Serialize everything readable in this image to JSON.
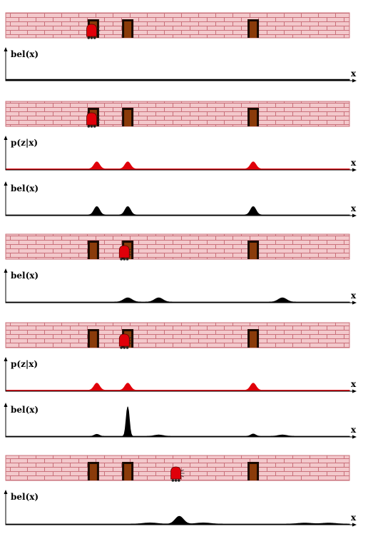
{
  "labels": {
    "belief": "bel(x)",
    "measurement": "p(z|x)",
    "x_axis": "x"
  },
  "colors": {
    "wall_fill": "#f3c9cc",
    "wall_mortar": "#c9707a",
    "door_fill": "#8a3b0a",
    "door_frame": "#1a0a00",
    "robot": "#e0000a",
    "measurement_curve": "#e0000a",
    "belief_curve": "#000000"
  },
  "doors": [
    0.255,
    0.355,
    0.72
  ],
  "stages": [
    {
      "robot_position": 0.25,
      "plots": [
        {
          "kind": "belief",
          "shape": "uniform",
          "level": 0.04
        }
      ]
    },
    {
      "robot_position": 0.25,
      "plots": [
        {
          "kind": "measurement",
          "baseline": 0.03,
          "peaks": [
            {
              "center": 0.265,
              "height": 0.22,
              "width": 0.008
            },
            {
              "center": 0.355,
              "height": 0.22,
              "width": 0.008
            },
            {
              "center": 0.72,
              "height": 0.22,
              "width": 0.008
            }
          ]
        },
        {
          "kind": "belief",
          "baseline": 0.02,
          "peaks": [
            {
              "center": 0.265,
              "height": 0.26,
              "width": 0.008
            },
            {
              "center": 0.355,
              "height": 0.26,
              "width": 0.008
            },
            {
              "center": 0.72,
              "height": 0.26,
              "width": 0.008
            }
          ]
        }
      ]
    },
    {
      "robot_position": 0.345,
      "plots": [
        {
          "kind": "belief",
          "baseline": 0.02,
          "peaks": [
            {
              "center": 0.355,
              "height": 0.13,
              "width": 0.012
            },
            {
              "center": 0.445,
              "height": 0.13,
              "width": 0.012
            },
            {
              "center": 0.805,
              "height": 0.13,
              "width": 0.012
            }
          ]
        }
      ]
    },
    {
      "robot_position": 0.345,
      "plots": [
        {
          "kind": "measurement",
          "baseline": 0.03,
          "peaks": [
            {
              "center": 0.265,
              "height": 0.22,
              "width": 0.008
            },
            {
              "center": 0.355,
              "height": 0.22,
              "width": 0.008
            },
            {
              "center": 0.72,
              "height": 0.22,
              "width": 0.008
            }
          ]
        },
        {
          "kind": "belief",
          "baseline": 0.02,
          "peaks": [
            {
              "center": 0.265,
              "height": 0.06,
              "width": 0.007
            },
            {
              "center": 0.355,
              "height": 0.92,
              "width": 0.0045
            },
            {
              "center": 0.445,
              "height": 0.04,
              "width": 0.012
            },
            {
              "center": 0.72,
              "height": 0.07,
              "width": 0.007
            },
            {
              "center": 0.805,
              "height": 0.04,
              "width": 0.012
            }
          ]
        }
      ]
    },
    {
      "robot_position": 0.495,
      "plots": [
        {
          "kind": "belief",
          "baseline": 0.02,
          "peaks": [
            {
              "center": 0.42,
              "height": 0.035,
              "width": 0.02
            },
            {
              "center": 0.505,
              "height": 0.24,
              "width": 0.012
            },
            {
              "center": 0.575,
              "height": 0.035,
              "width": 0.02
            },
            {
              "center": 0.87,
              "height": 0.03,
              "width": 0.02
            },
            {
              "center": 0.94,
              "height": 0.03,
              "width": 0.02
            }
          ]
        }
      ]
    }
  ]
}
